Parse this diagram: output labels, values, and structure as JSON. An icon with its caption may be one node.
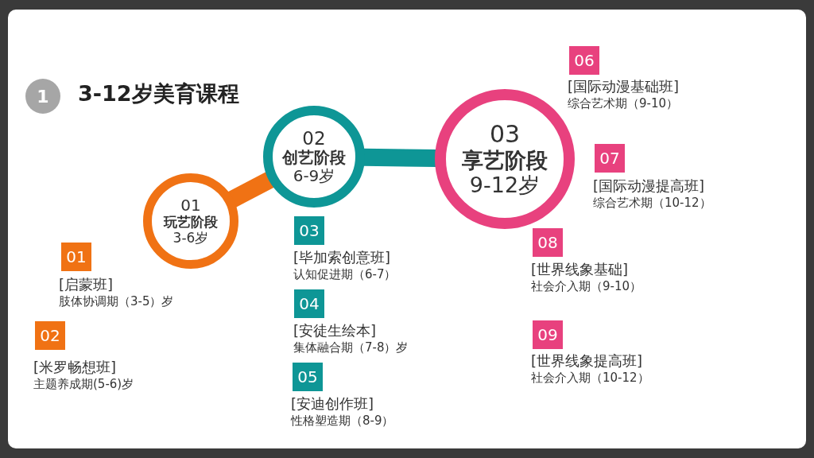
{
  "diagram": {
    "title": "3-12岁美育课程",
    "nodes": [
      {
        "text": [
          "1"
        ]
      },
      {
        "text": [
          "01",
          "玩艺阶段",
          "3-6岁"
        ]
      },
      {
        "text": [
          "02",
          "创艺阶段",
          "6-9岁"
        ]
      },
      {
        "text": [
          "03",
          "享艺阶段",
          "9-12岁"
        ]
      },
      {
        "text": [
          "01"
        ],
        "beside": [
          "[启蒙班]",
          "肢体协调期（3-5）岁"
        ]
      },
      {
        "text": [
          "02"
        ],
        "beside": [
          "[米罗畅想班]",
          "主题养成期(5-6)岁"
        ]
      },
      {
        "text": [
          "03"
        ],
        "beside": [
          "[毕加索创意班]",
          "认知促进期（6-7）"
        ]
      },
      {
        "text": [
          "04"
        ],
        "beside": [
          "[安徒生绘本]",
          "集体融合期（7-8）岁"
        ]
      },
      {
        "text": [
          "05"
        ],
        "beside": [
          "[安迪创作班]",
          "性格塑造期（8-9）"
        ]
      },
      {
        "text": [
          "06"
        ],
        "beside": [
          "[国际动漫基础班]",
          "综合艺术期（9-10）"
        ]
      },
      {
        "text": [
          "07"
        ],
        "beside": [
          "[国际动漫提高班]",
          "综合艺术期（10-12）"
        ]
      },
      {
        "text": [
          "08"
        ],
        "beside": [
          "[世界线象基础]",
          "社会介入期（9-10）"
        ]
      },
      {
        "text": [
          "09"
        ],
        "beside": [
          "[世界线象提高班]",
          "社会介入期（10-12）"
        ]
      }
    ],
    "edges": [
      {
        "from": 1,
        "to": 2,
        "arrow": "none",
        "color": "#f07214"
      },
      {
        "from": 2,
        "to": 3,
        "arrow": "none",
        "color": "#0e9696"
      }
    ]
  }
}
